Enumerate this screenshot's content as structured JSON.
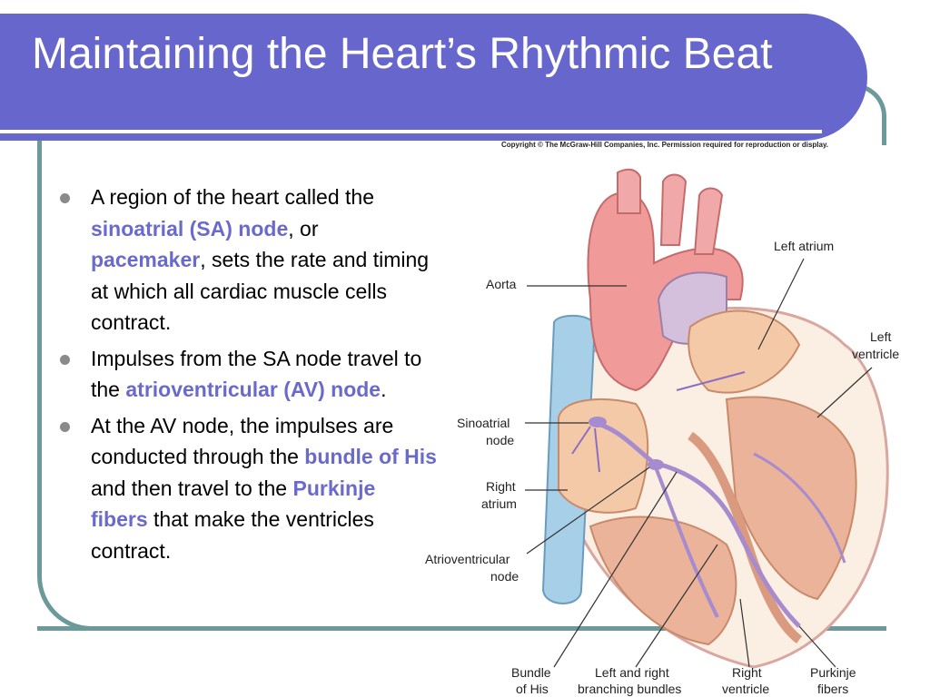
{
  "title": "Maintaining the Heart’s Rhythmic Beat",
  "copyright": "Copyright © The McGraw-Hill Companies, Inc. Permission required for reproduction or display.",
  "bullets": [
    {
      "t1": "A region of the heart called the ",
      "h1": "sinoatrial (SA) node",
      "t2": ", or ",
      "h2": "pacemaker",
      "t3": ", sets the rate and timing at which all cardiac muscle cells contract."
    },
    {
      "t1": "Impulses from the SA node travel to the ",
      "h1": "atrioventricular (AV) node",
      "t2": "."
    },
    {
      "t1": "At the AV node, the impulses are conducted through the ",
      "h1": "bundle of His",
      "t2": " and then travel to the ",
      "h2": "Purkinje fibers",
      "t3": " that make the ventricles contract."
    }
  ],
  "labels": {
    "left_atrium": "Left atrium",
    "aorta": "Aorta",
    "left_ventricle_1": "Left",
    "left_ventricle_2": "ventricle",
    "sa_node_1": "Sinoatrial",
    "sa_node_2": "node",
    "right_atrium_1": "Right",
    "right_atrium_2": "atrium",
    "av_node_1": "Atrioventricular",
    "av_node_2": "node",
    "bundle_1": "Bundle",
    "bundle_2": "of His",
    "branching_1": "Left and right",
    "branching_2": "branching bundles",
    "right_ventricle_1": "Right",
    "right_ventricle_2": "ventricle",
    "purkinje_1": "Purkinje",
    "purkinje_2": "fibers"
  },
  "colors": {
    "title_bar": "#6666cc",
    "highlight": "#6a6acd",
    "frame": "#6c9a9a"
  }
}
